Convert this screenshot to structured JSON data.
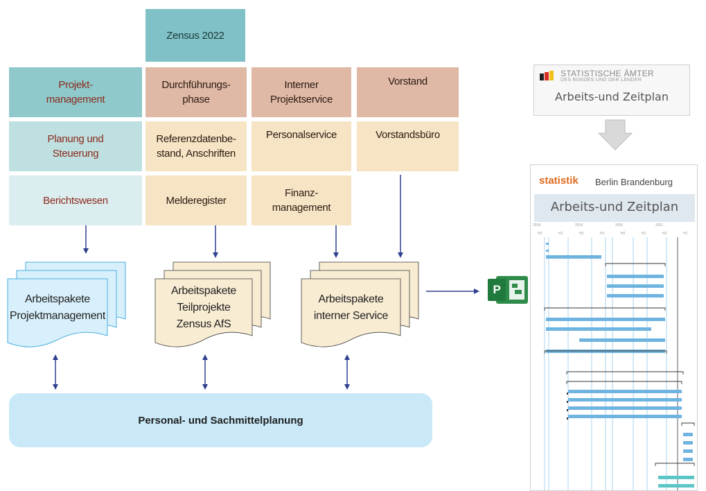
{
  "top": {
    "label": "Zensus 2022"
  },
  "columns": [
    {
      "header": "Projekt-\nmanagement",
      "row2": "Planung und\nSteuerung",
      "row3": "Berichtswesen"
    },
    {
      "header": "Durchführungs-\nphase",
      "row2": "Referenzdatenbe-\nstand, Anschriften",
      "row3": "Melderegister"
    },
    {
      "header": "Interner\nProjektservice",
      "row2": "Personalservice",
      "row3": "Finanz-\nmanagement"
    },
    {
      "header": "Vorstand",
      "row2": "Vorstandsbüro"
    }
  ],
  "documents": [
    {
      "label": "Arbeitspakete\nProjektmanagement"
    },
    {
      "label": "Arbeitspakete\nTeilprojekte\nZensus AfS"
    },
    {
      "label": "Arbeitspakete\ninterner Service"
    }
  ],
  "bottom": {
    "label": "Personal- und Sachmittelplanung"
  },
  "app_icon": {
    "letter": "P",
    "name": "project-app-icon"
  },
  "right_panel": {
    "logo_text": "STATISTISCHE ÄMTER",
    "logo_sub": "DES BUNDES UND DER LÄNDER",
    "header_title": "Arbeits-und Zeitplan",
    "brand_bold": "statistik",
    "brand_rest": "Berlin Brandenburg",
    "plan_title": "Arbeits-und Zeitplan",
    "years": [
      "2018",
      "2019",
      "2020",
      "2021"
    ],
    "halves": [
      "H2",
      "H1",
      "H2",
      "H1",
      "H2",
      "H1",
      "H2",
      "H1"
    ]
  },
  "colors": {
    "teal": "#7fc4c6",
    "rose": "#dfb9a6",
    "cream": "#f6e4c4",
    "arrow": "#2e3f8f",
    "bottom": "#c9e9f8",
    "doc_blue": "#d8f0fb",
    "doc_cream": "#f8ecd3",
    "gantt_bar": "#6fb4e0",
    "gantt_teal": "#5cc6c6"
  }
}
